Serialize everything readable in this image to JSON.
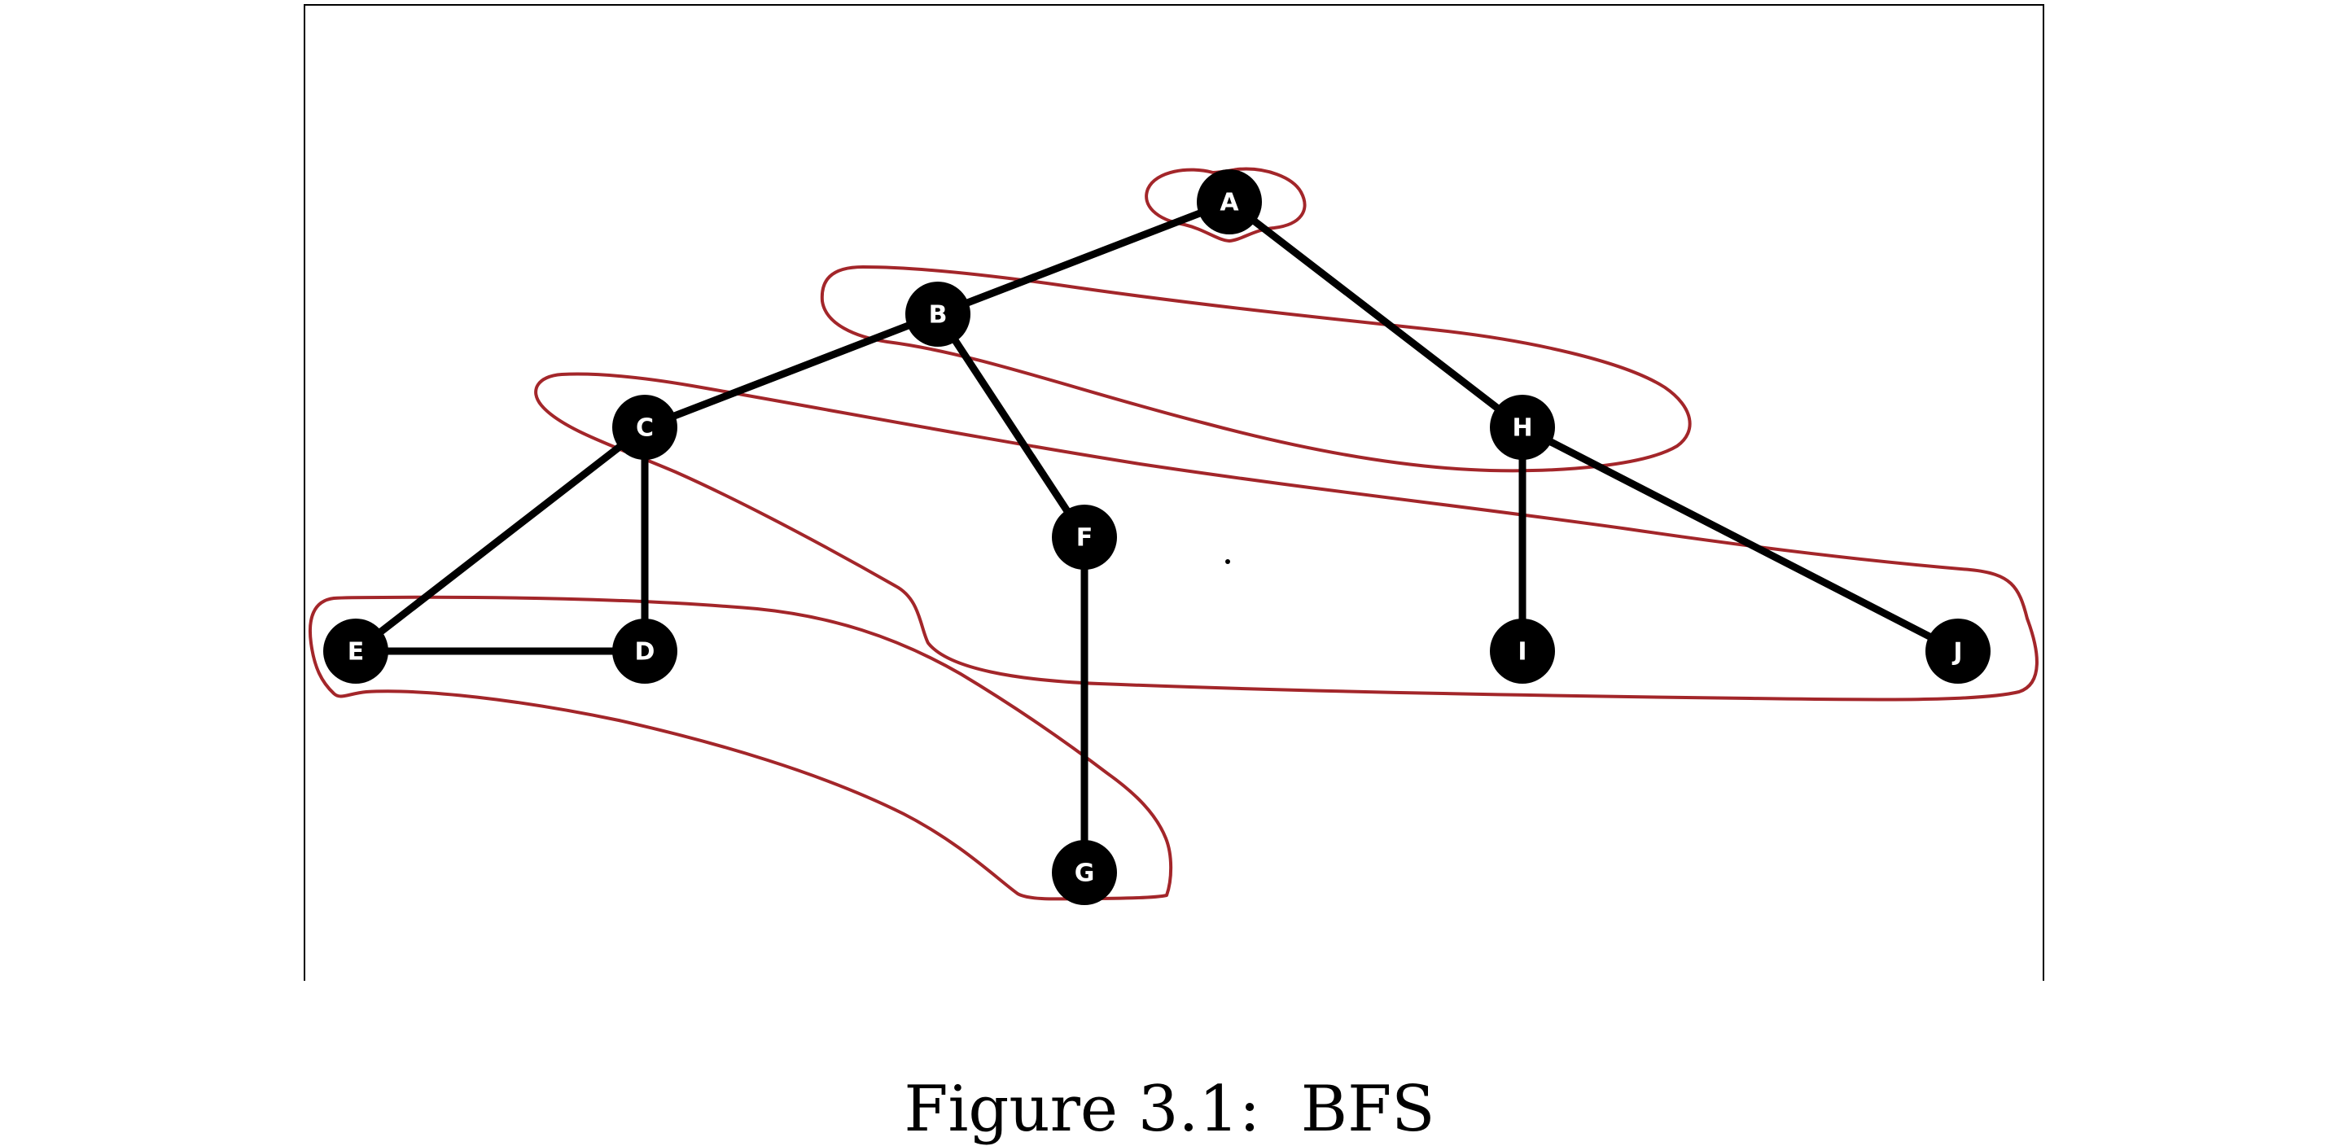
{
  "nodes": [
    {
      "id": "A",
      "label": "A"
    },
    {
      "id": "B",
      "label": "B"
    },
    {
      "id": "C",
      "label": "C"
    },
    {
      "id": "H",
      "label": "H"
    },
    {
      "id": "F",
      "label": "F"
    },
    {
      "id": "E",
      "label": "E"
    },
    {
      "id": "D",
      "label": "D"
    },
    {
      "id": "I",
      "label": "I"
    },
    {
      "id": "J",
      "label": "J"
    },
    {
      "id": "G",
      "label": "G"
    }
  ],
  "edges": [
    [
      "A",
      "B"
    ],
    [
      "A",
      "H"
    ],
    [
      "B",
      "C"
    ],
    [
      "B",
      "F"
    ],
    [
      "C",
      "E"
    ],
    [
      "C",
      "D"
    ],
    [
      "E",
      "D"
    ],
    [
      "H",
      "I"
    ],
    [
      "H",
      "J"
    ],
    [
      "F",
      "G"
    ]
  ],
  "bfs_levels": [
    [
      "A"
    ],
    [
      "B",
      "H"
    ],
    [
      "C",
      "F",
      "I",
      "J"
    ],
    [
      "E",
      "D",
      "G"
    ]
  ],
  "colors": {
    "node": "#000000",
    "edge": "#000000",
    "level_outline": "#a3262a",
    "node_label": "#ffffff"
  },
  "caption": "Figure 3.1:  BFS"
}
